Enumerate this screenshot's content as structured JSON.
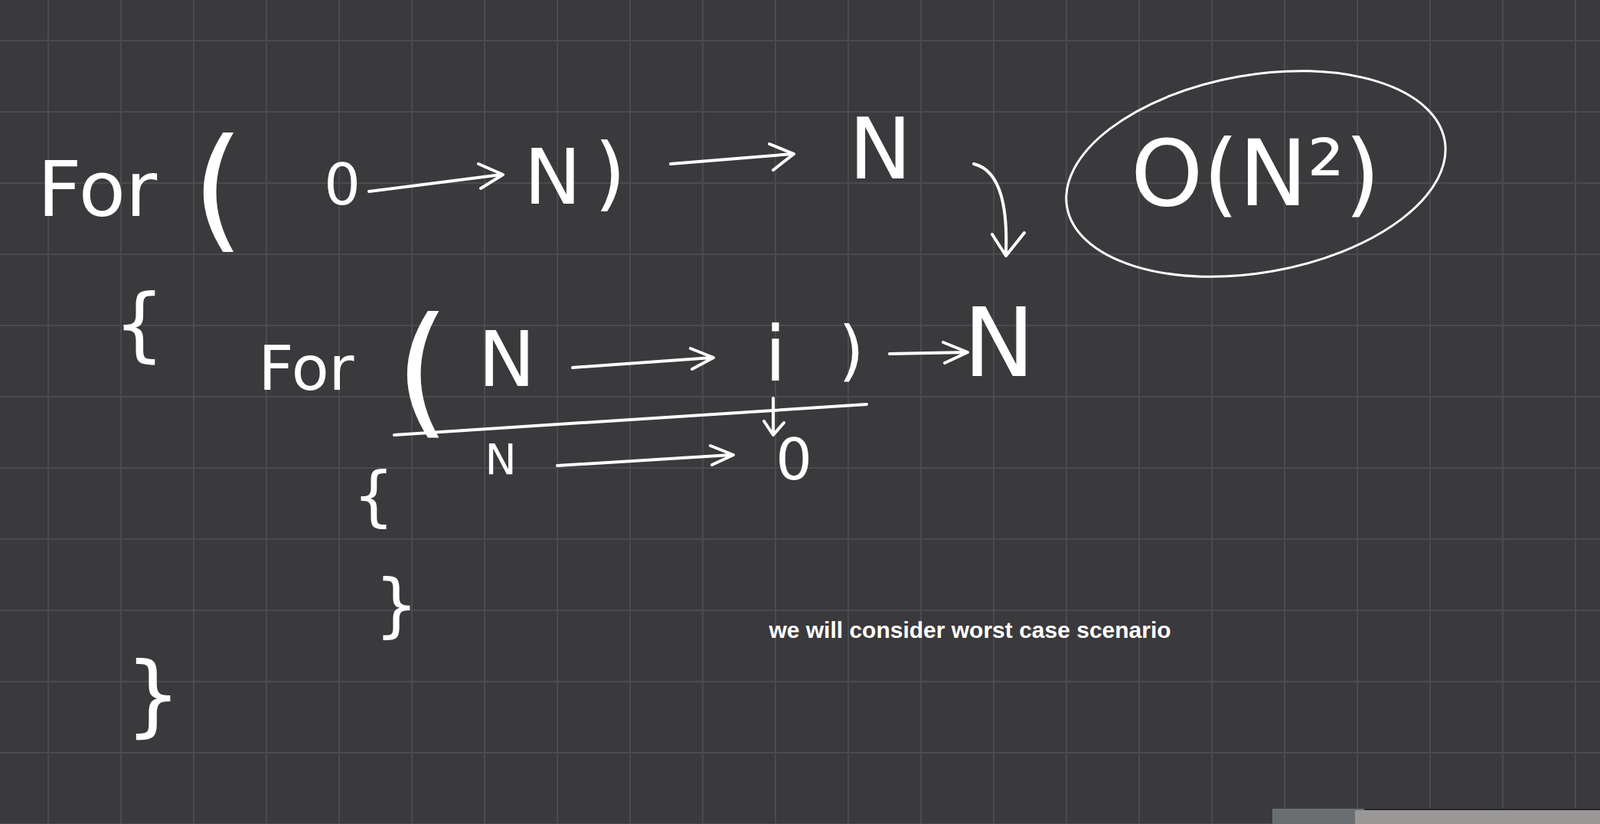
{
  "diagram": {
    "caption": "we will consider worst case scenario",
    "nodes": [
      {
        "text": [
          "O(N²)"
        ]
      }
    ],
    "labels": [
      "For",
      "(",
      "0",
      "N",
      ")",
      "N",
      "{",
      "For",
      "(",
      "N",
      "i",
      ")",
      "N",
      "N",
      "0",
      "{",
      "}",
      "}"
    ]
  }
}
